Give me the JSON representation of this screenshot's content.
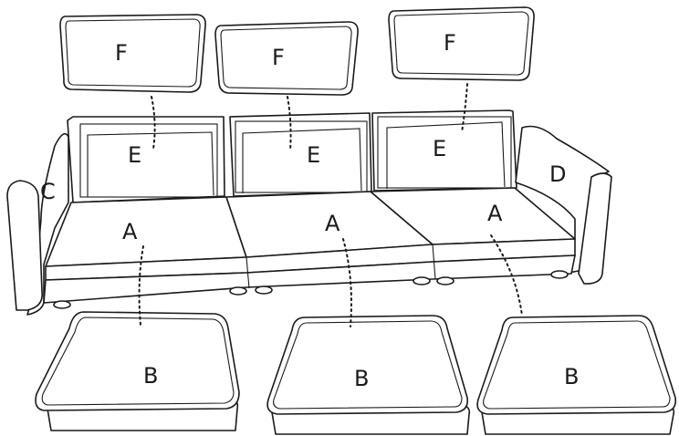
{
  "labels": {
    "seat_frame": "A",
    "seat_cushion": "B",
    "left_arm": "C",
    "right_arm": "D",
    "back_frame": "E",
    "back_cushion": "F"
  }
}
